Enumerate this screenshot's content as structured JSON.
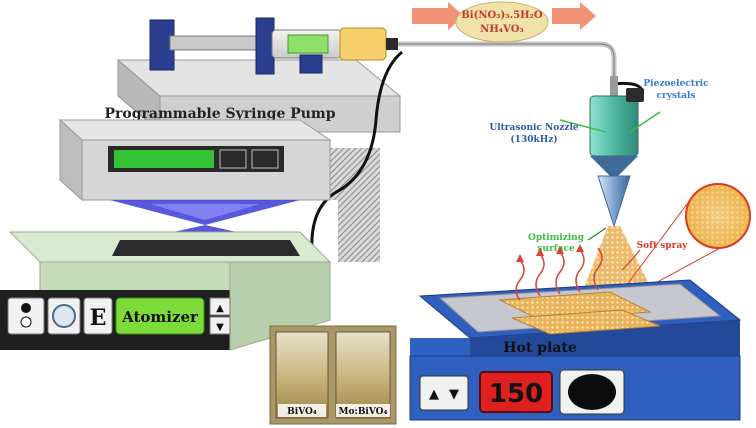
{
  "labels": {
    "pump": "Programmable Syringe Pump",
    "atomizer": "Atomizer",
    "precursor_line1": "Bi(NO₃)₃.5H₂O",
    "precursor_line2": "NH₄VO₃",
    "piezo_line1": "Piezoelectric",
    "piezo_line2": "crystals",
    "nozzle_line1": "Ultrasonic Nozzle",
    "nozzle_line2": "(130kHz)",
    "optimizing_line1": "Optimizing",
    "optimizing_line2": "surface",
    "soft_spray": "Soft spray",
    "hot_plate": "Hot plate",
    "temperature": "150",
    "atomizer_key": "E",
    "sample1": "BiVO₄",
    "sample2": "Mo:BiVO₄"
  },
  "colors": {
    "precursor_arrow": "#f08060",
    "precursor_bubble": "#f0e2a8",
    "atomizer_display": "#7ddc3a",
    "pump_display": "#33c233",
    "temp_display": "#e01f1f",
    "hotplate_frame": "#2f5fbf",
    "deposit": "#e9b35a",
    "heat_waves": "#d9433a",
    "piezo_text": "#3a7bd5",
    "nozzle_text": "#2a5ba8",
    "optimizing_text": "#3abf3a",
    "spray_text": "#d93a2a"
  },
  "icons": {
    "up": "▲",
    "down": "▼"
  }
}
